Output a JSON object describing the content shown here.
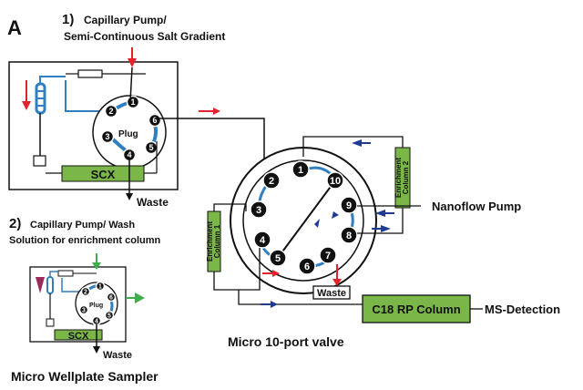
{
  "panel_label": "A",
  "step1": {
    "number": "1)",
    "line1": "Capillary Pump/",
    "line2": "Semi-Continuous Salt Gradient"
  },
  "step2": {
    "number": "2)",
    "line1": "Capillary Pump/ Wash",
    "line2": "Solution for enrichment column"
  },
  "sampler1": {
    "plug": "Plug",
    "scx": "SCX",
    "waste": "Waste",
    "ports": [
      "1",
      "2",
      "3",
      "4",
      "5",
      "6"
    ]
  },
  "sampler2": {
    "plug": "Plug",
    "scx": "SCX",
    "waste": "Waste",
    "ports": [
      "1",
      "2",
      "3",
      "4",
      "5",
      "6"
    ]
  },
  "valve": {
    "ports": [
      "1",
      "2",
      "3",
      "4",
      "5",
      "6",
      "7",
      "8",
      "9",
      "10"
    ],
    "caption": "Micro 10-port valve",
    "waste": "Waste"
  },
  "enrichment1": {
    "line1": "Enrichment",
    "line2": "Column 1"
  },
  "enrichment2": {
    "line1": "Enrichment",
    "line2": "Column 2"
  },
  "nanoflow_label": "Nanoflow Pump",
  "c18_label": "C18 RP Column",
  "ms_label": "MS-Detection",
  "sampler_caption": "Micro Wellplate Sampler",
  "colors": {
    "column_green": "#7ab648",
    "tubing_blue": "#2f7fc1",
    "arrow_red": "#e4222a",
    "arrow_blue": "#1f3a93",
    "arrow_green": "#3dae49",
    "arrow_purple": "#9b2c5a",
    "port_black": "#111111"
  }
}
